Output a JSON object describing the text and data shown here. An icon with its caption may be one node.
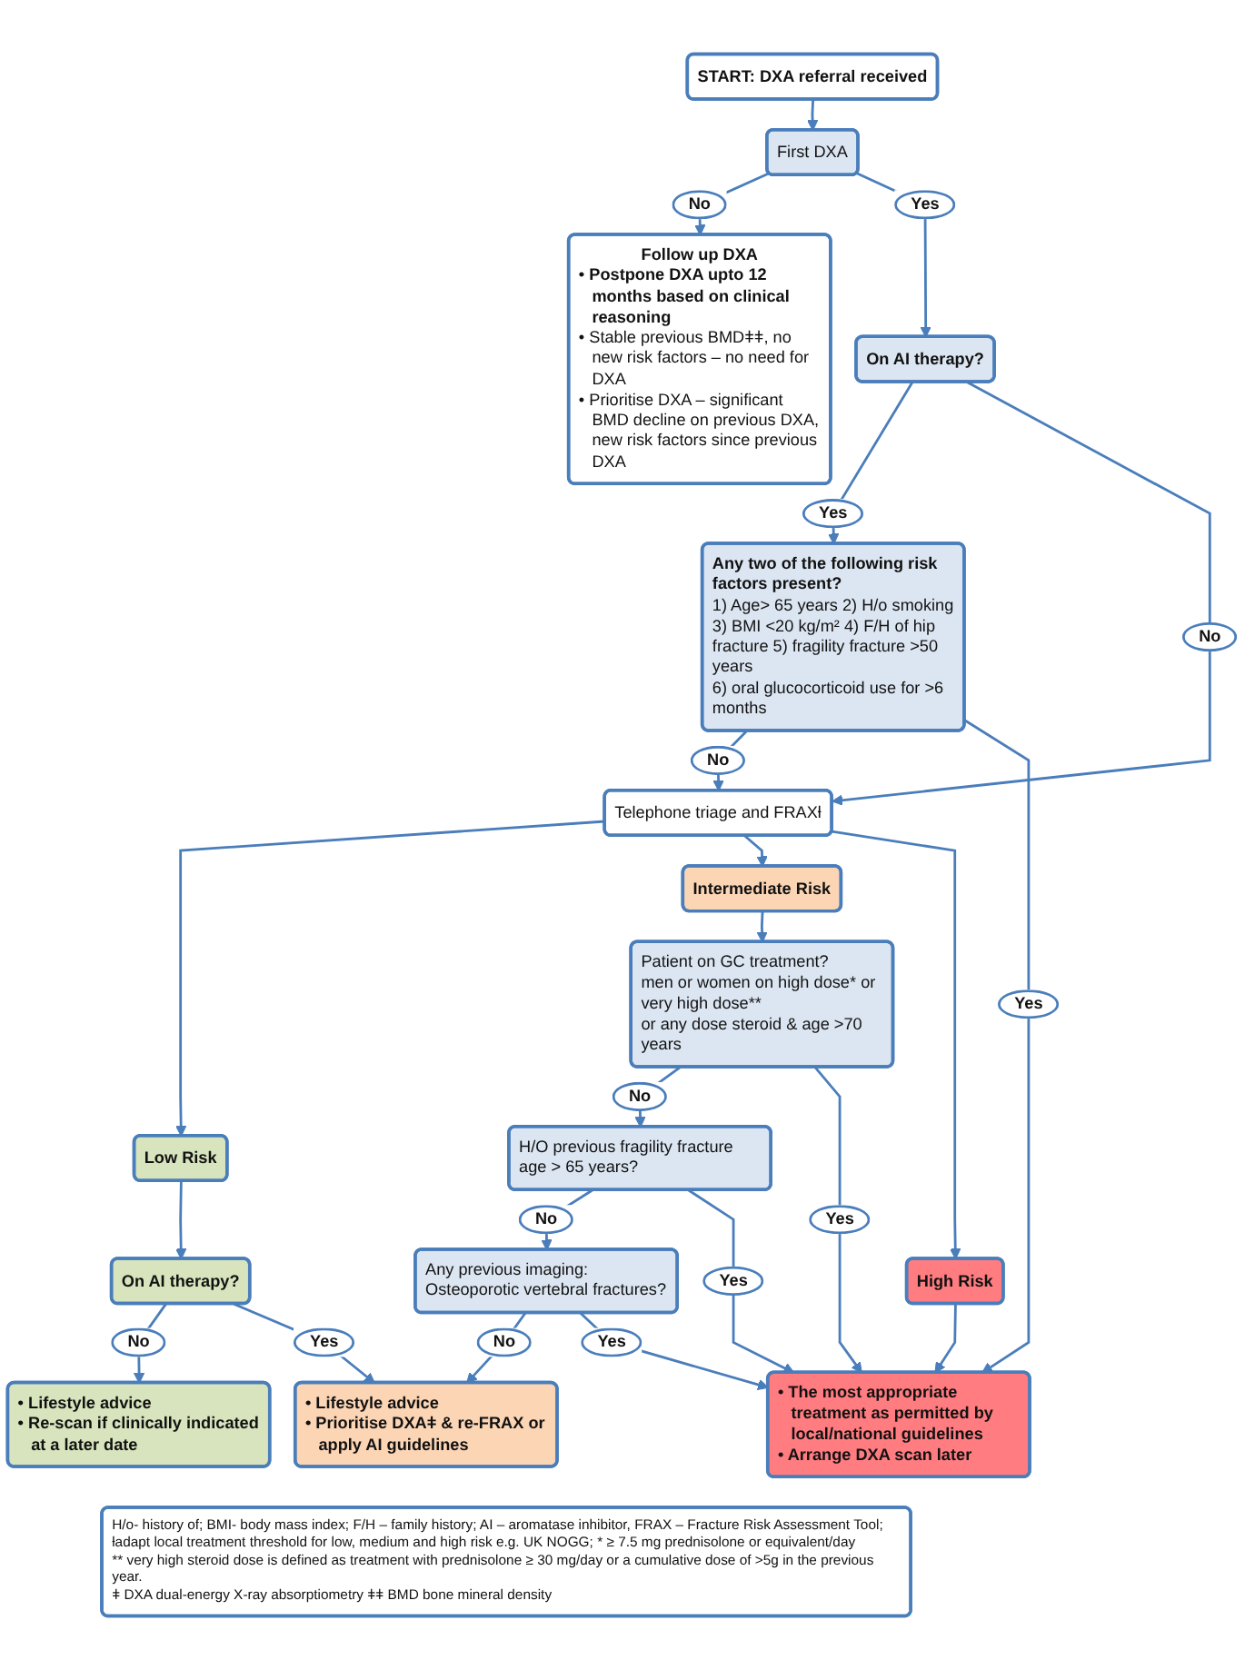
{
  "diagram": {
    "nodes": [
      {
        "text": [
          "START: DXA referral received"
        ]
      },
      {
        "text": [
          "First DXA"
        ]
      },
      {
        "text": [
          "Follow up DXA",
          "• Postpone DXA upto 12 months based on clinical reasoning",
          "• Stable previous BMDǂǂ, no new risk factors – no need for DXA",
          "• Prioritise DXA – significant BMD decline on previous DXA, new risk factors since previous DXA"
        ]
      },
      {
        "text": [
          "On AI therapy?"
        ]
      },
      {
        "text": [
          "Any two of the following risk factors present?",
          "1) Age> 65 years 2) H/o smoking 3) BMI <20 kg/m² 4) F/H of hip fracture 5) fragility fracture >50 years",
          "6) oral glucocorticoid use for >6 months"
        ]
      },
      {
        "text": [
          "Telephone triage and FRAXƚ"
        ]
      },
      {
        "text": [
          "Low Risk"
        ]
      },
      {
        "text": [
          "Intermediate Risk"
        ]
      },
      {
        "text": [
          "High Risk"
        ]
      },
      {
        "text": [
          "On AI therapy?"
        ]
      },
      {
        "text": [
          "Patient on GC treatment?",
          "men or women on high dose* or very high dose**",
          "or any dose steroid & age >70 years"
        ]
      },
      {
        "text": [
          "H/O previous fragility fracture age > 65 years?"
        ]
      },
      {
        "text": [
          "Any previous imaging: Osteoporotic vertebral fractures?"
        ]
      },
      {
        "text": [
          "• Lifestyle advice",
          "• Re-scan if clinically indicated at a later date"
        ]
      },
      {
        "text": [
          "• Lifestyle advice",
          "• Prioritise DXAǂ & re-FRAX or apply AI guidelines"
        ]
      },
      {
        "text": [
          "• The most appropriate treatment as permitted by local/national guidelines",
          "• Arrange DXA scan later"
        ]
      },
      {
        "text": [
          "H/o- history of; BMI- body mass index; F/H – family history; AI – aromatase inhibitor, FRAX – Fracture Risk Assessment Tool;",
          "ƚadapt local treatment threshold for low, medium and high risk e.g. UK NOGG; * ≥ 7.5 mg prednisolone or equivalent/day",
          "** very high steroid dose is defined as treatment with prednisolone ≥ 30 mg/day or a cumulative dose of >5g in the previous year.",
          "ǂ DXA dual-energy X-ray absorptiometry ǂǂ BMD bone mineral density"
        ]
      }
    ],
    "edges": [
      {
        "from": 0,
        "to": 1,
        "arrow": "to"
      },
      {
        "from": 1,
        "to": 2,
        "arrow": "to",
        "label": "No"
      },
      {
        "from": 1,
        "to": 3,
        "arrow": "to",
        "label": "Yes"
      },
      {
        "from": 3,
        "to": 4,
        "arrow": "to",
        "label": "Yes"
      },
      {
        "from": 3,
        "to": 5,
        "arrow": "to",
        "label": "No"
      },
      {
        "from": 4,
        "to": 5,
        "arrow": "to",
        "label": "No"
      },
      {
        "from": 4,
        "to": 15,
        "arrow": "to",
        "label": "Yes"
      },
      {
        "from": 5,
        "to": 6,
        "arrow": "to"
      },
      {
        "from": 5,
        "to": 7,
        "arrow": "to"
      },
      {
        "from": 5,
        "to": 8,
        "arrow": "to"
      },
      {
        "from": 6,
        "to": 9,
        "arrow": "to"
      },
      {
        "from": 9,
        "to": 13,
        "arrow": "to",
        "label": "No"
      },
      {
        "from": 9,
        "to": 14,
        "arrow": "to",
        "label": "Yes"
      },
      {
        "from": 7,
        "to": 10,
        "arrow": "to"
      },
      {
        "from": 10,
        "to": 11,
        "arrow": "to",
        "label": "No"
      },
      {
        "from": 10,
        "to": 15,
        "arrow": "to",
        "label": "Yes"
      },
      {
        "from": 11,
        "to": 12,
        "arrow": "to",
        "label": "No"
      },
      {
        "from": 11,
        "to": 15,
        "arrow": "to",
        "label": "Yes"
      },
      {
        "from": 12,
        "to": 14,
        "arrow": "to",
        "label": "No"
      },
      {
        "from": 12,
        "to": 15,
        "arrow": "to",
        "label": "Yes"
      },
      {
        "from": 8,
        "to": 15,
        "arrow": "to"
      }
    ]
  }
}
